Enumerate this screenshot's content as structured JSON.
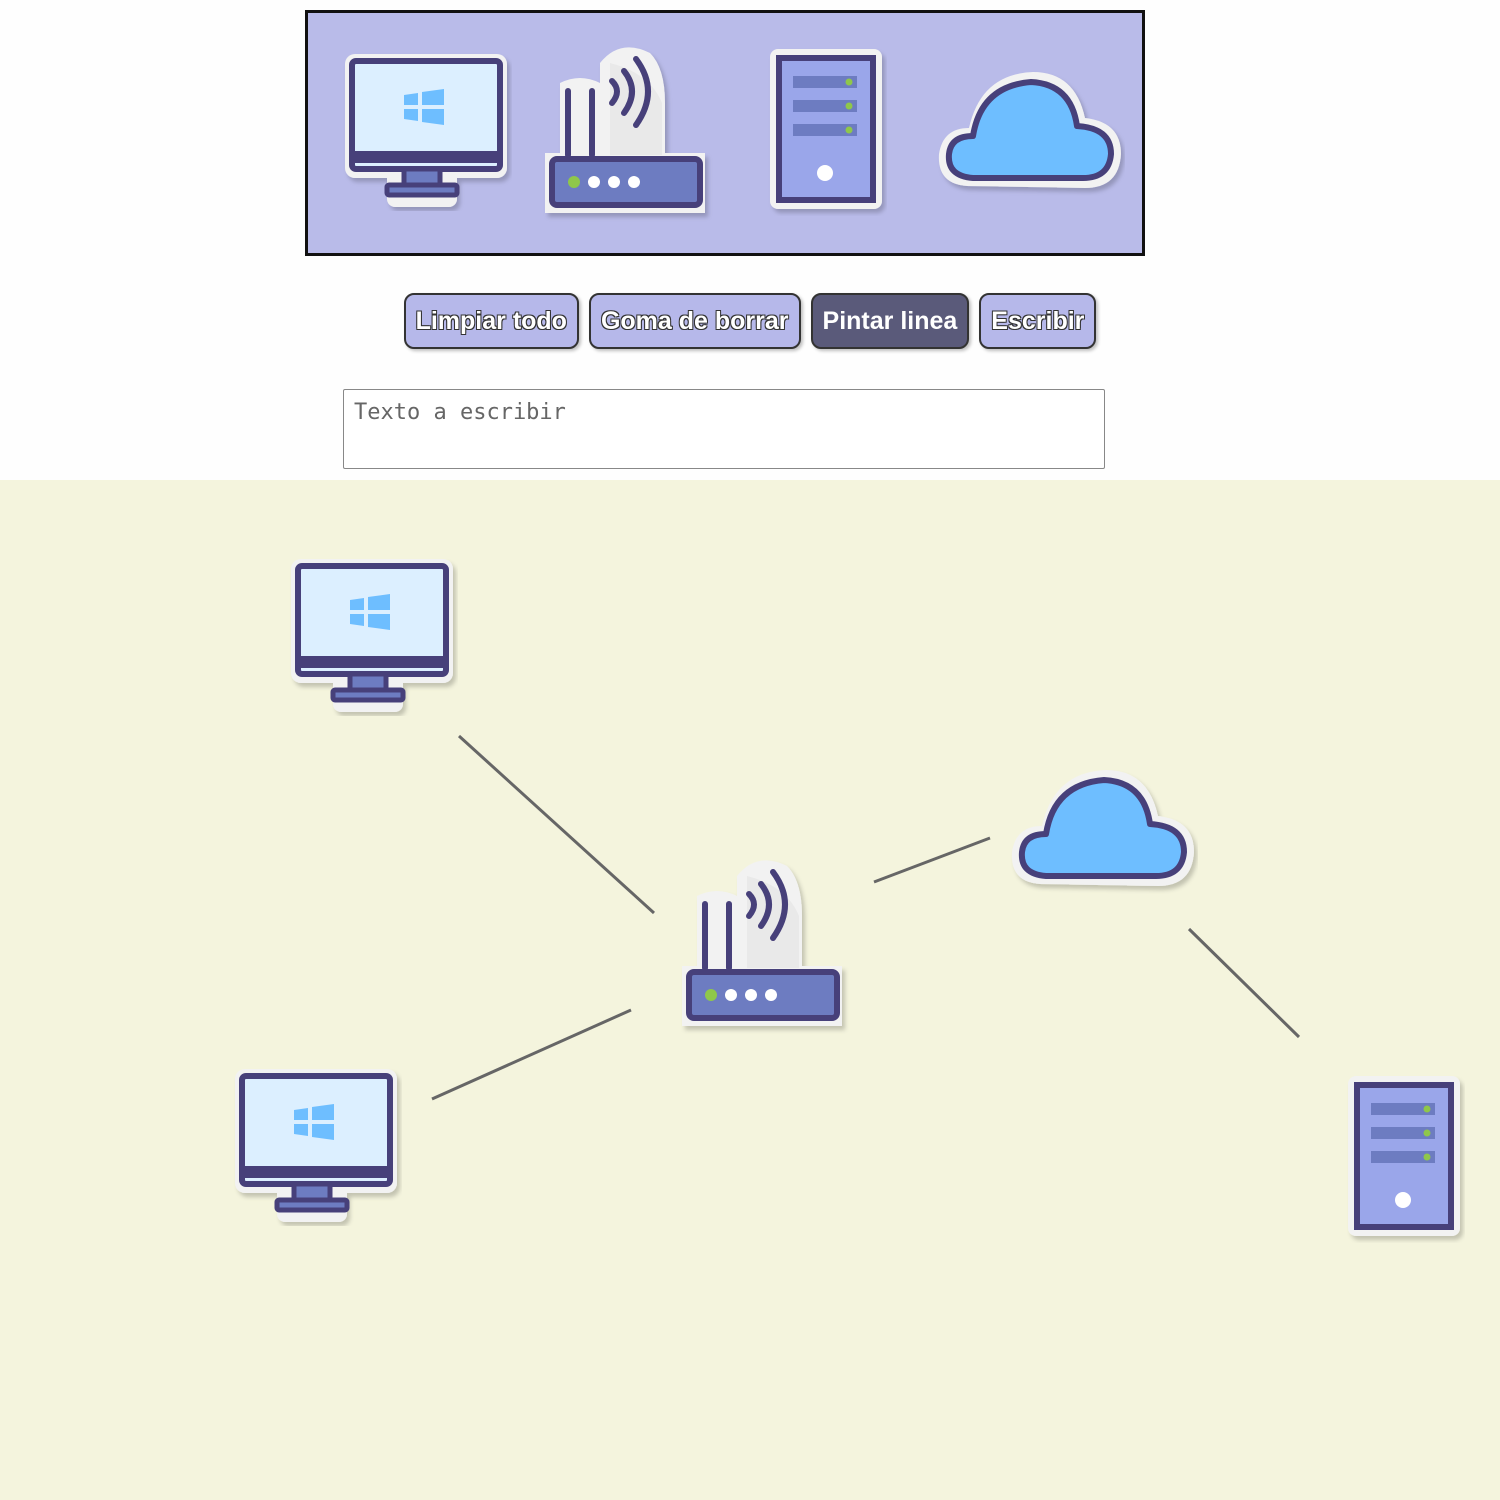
{
  "toolbar": {
    "clear_all_label": "Limpiar todo",
    "eraser_label": "Goma de borrar",
    "draw_line_label": "Pintar linea",
    "write_label": "Escribir"
  },
  "text_input": {
    "placeholder": "Texto a escribir",
    "value": ""
  },
  "palette": {
    "items": [
      "computer-icon",
      "router-icon",
      "server-icon",
      "cloud-icon"
    ]
  },
  "colors": {
    "palette_bg": "#b9bbe9",
    "canvas_bg": "#f4f4dd",
    "active_button": "#5a5a7a",
    "button_bg": "#b6b8ea",
    "link_line": "#666666"
  }
}
